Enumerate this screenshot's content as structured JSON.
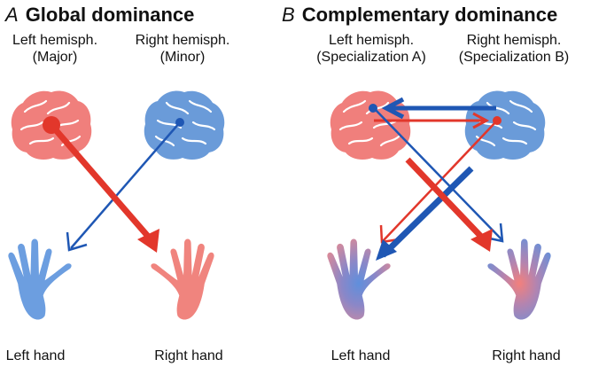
{
  "panel_a": {
    "letter": "A",
    "title": "Global dominance",
    "left_hemisphere": {
      "name": "Left hemisph.",
      "role": "(Major)"
    },
    "right_hemisphere": {
      "name": "Right hemisph.",
      "role": "(Minor)"
    },
    "left_hand": "Left hand",
    "right_hand": "Right hand"
  },
  "panel_b": {
    "letter": "B",
    "title": "Complementary dominance",
    "left_hemisphere": {
      "name": "Left hemisph.",
      "role": "(Specialization A)"
    },
    "right_hemisphere": {
      "name": "Right hemisph.",
      "role": "(Specialization B)"
    },
    "left_hand": "Left hand",
    "right_hand": "Right hand"
  },
  "colors": {
    "left_hemisphere_fill": "#f07f7c",
    "right_hemisphere_fill": "#6a9bd9",
    "red_arrow": "#e2372b",
    "blue_arrow": "#1f57b4",
    "hand_red": "#f0847e",
    "hand_blue": "#6c9ee0",
    "text": "#111111"
  }
}
